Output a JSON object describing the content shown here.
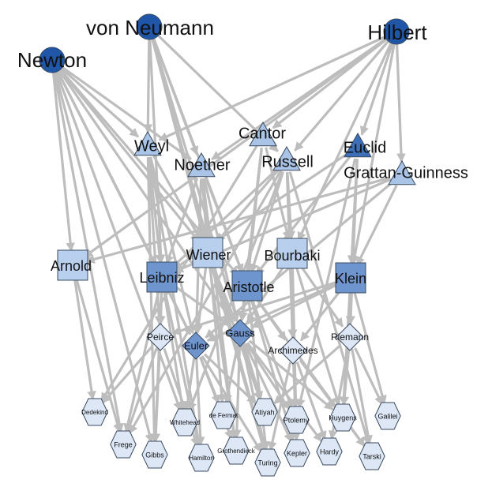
{
  "graph": {
    "colors": {
      "edge": "#bdbdbd",
      "tier1": "#1f56a8",
      "tier2_dark": "#3c6fb8",
      "tier2": "#a9c4e6",
      "tier3_dark": "#6f95cf",
      "tier3": "#b9cfee",
      "tier4": "#b0c8ea",
      "tier5": "#dde7f6"
    },
    "nodes": [
      {
        "id": "newton",
        "label": "Newton",
        "shape": "circle",
        "tier": 1
      },
      {
        "id": "vonneumann",
        "label": "von Neumann",
        "shape": "circle",
        "tier": 1
      },
      {
        "id": "hilbert",
        "label": "Hilbert",
        "shape": "circle",
        "tier": 1
      },
      {
        "id": "weyl",
        "label": "Weyl",
        "shape": "triangle",
        "tier": 2
      },
      {
        "id": "cantor",
        "label": "Cantor",
        "shape": "triangle",
        "tier": 2
      },
      {
        "id": "noether",
        "label": "Noether",
        "shape": "triangle",
        "tier": 2
      },
      {
        "id": "russell",
        "label": "Russell",
        "shape": "triangle",
        "tier": 2
      },
      {
        "id": "euclid",
        "label": "Euclid",
        "shape": "triangle",
        "tier": 2
      },
      {
        "id": "grattan",
        "label": "Grattan-Guinness",
        "shape": "triangle",
        "tier": 2
      },
      {
        "id": "arnold",
        "label": "Arnold",
        "shape": "square",
        "tier": 3
      },
      {
        "id": "wiener",
        "label": "Wiener",
        "shape": "square",
        "tier": 3
      },
      {
        "id": "bourbaki",
        "label": "Bourbaki",
        "shape": "square",
        "tier": 3
      },
      {
        "id": "leibniz",
        "label": "Leibniz",
        "shape": "square",
        "tier": 3
      },
      {
        "id": "aristotle",
        "label": "Aristotle",
        "shape": "square",
        "tier": 3
      },
      {
        "id": "klein",
        "label": "Klein",
        "shape": "square",
        "tier": 3
      },
      {
        "id": "peirce",
        "label": "Peirce",
        "shape": "diamond",
        "tier": 4
      },
      {
        "id": "euler",
        "label": "Euler",
        "shape": "diamond",
        "tier": 4
      },
      {
        "id": "gauss",
        "label": "Gauss",
        "shape": "diamond",
        "tier": 4
      },
      {
        "id": "archimedes",
        "label": "Archimedes",
        "shape": "diamond",
        "tier": 4
      },
      {
        "id": "riemann",
        "label": "Riemann",
        "shape": "diamond",
        "tier": 4
      },
      {
        "id": "dedekind",
        "label": "Dedekind",
        "shape": "hexagon",
        "tier": 5
      },
      {
        "id": "frege",
        "label": "Frege",
        "shape": "hexagon",
        "tier": 5
      },
      {
        "id": "gibbs",
        "label": "Gibbs",
        "shape": "hexagon",
        "tier": 5
      },
      {
        "id": "whitehead",
        "label": "Whitehead",
        "shape": "hexagon",
        "tier": 5
      },
      {
        "id": "hamilton",
        "label": "Hamilton",
        "shape": "hexagon",
        "tier": 5
      },
      {
        "id": "defermat",
        "label": "de Fermat",
        "shape": "hexagon",
        "tier": 5
      },
      {
        "id": "grothendieck",
        "label": "Grothendieck",
        "shape": "hexagon",
        "tier": 5
      },
      {
        "id": "atiyah",
        "label": "Atiyah",
        "shape": "hexagon",
        "tier": 5
      },
      {
        "id": "turing",
        "label": "Turing",
        "shape": "hexagon",
        "tier": 5
      },
      {
        "id": "ptolemy",
        "label": "Ptolemy",
        "shape": "hexagon",
        "tier": 5
      },
      {
        "id": "kepler",
        "label": "Kepler",
        "shape": "hexagon",
        "tier": 5
      },
      {
        "id": "hardy",
        "label": "Hardy",
        "shape": "hexagon",
        "tier": 5
      },
      {
        "id": "huygens",
        "label": "Huygens",
        "shape": "hexagon",
        "tier": 5
      },
      {
        "id": "tarski",
        "label": "Tarski",
        "shape": "hexagon",
        "tier": 5
      },
      {
        "id": "galilei",
        "label": "Galilei",
        "shape": "hexagon",
        "tier": 5
      }
    ],
    "edges": [
      [
        "newton",
        "weyl"
      ],
      [
        "newton",
        "noether"
      ],
      [
        "newton",
        "arnold"
      ],
      [
        "newton",
        "leibniz"
      ],
      [
        "newton",
        "wiener"
      ],
      [
        "newton",
        "aristotle"
      ],
      [
        "newton",
        "euler"
      ],
      [
        "newton",
        "gauss"
      ],
      [
        "newton",
        "frege"
      ],
      [
        "newton",
        "gibbs"
      ],
      [
        "newton",
        "whitehead"
      ],
      [
        "vonneumann",
        "weyl"
      ],
      [
        "vonneumann",
        "noether"
      ],
      [
        "vonneumann",
        "russell"
      ],
      [
        "vonneumann",
        "wiener"
      ],
      [
        "vonneumann",
        "aristotle"
      ],
      [
        "vonneumann",
        "leibniz"
      ],
      [
        "vonneumann",
        "turing"
      ],
      [
        "vonneumann",
        "atiyah"
      ],
      [
        "hilbert",
        "weyl"
      ],
      [
        "hilbert",
        "cantor"
      ],
      [
        "hilbert",
        "noether"
      ],
      [
        "hilbert",
        "russell"
      ],
      [
        "hilbert",
        "euclid"
      ],
      [
        "hilbert",
        "grattan"
      ],
      [
        "hilbert",
        "klein"
      ],
      [
        "hilbert",
        "arnold"
      ],
      [
        "hilbert",
        "bourbaki"
      ],
      [
        "weyl",
        "leibniz"
      ],
      [
        "weyl",
        "wiener"
      ],
      [
        "weyl",
        "euler"
      ],
      [
        "weyl",
        "peirce"
      ],
      [
        "weyl",
        "hamilton"
      ],
      [
        "weyl",
        "gibbs"
      ],
      [
        "cantor",
        "russell"
      ],
      [
        "cantor",
        "aristotle"
      ],
      [
        "cantor",
        "bourbaki"
      ],
      [
        "cantor",
        "gauss"
      ],
      [
        "cantor",
        "dedekind"
      ],
      [
        "noether",
        "leibniz"
      ],
      [
        "noether",
        "wiener"
      ],
      [
        "noether",
        "aristotle"
      ],
      [
        "noether",
        "gauss"
      ],
      [
        "noether",
        "euler"
      ],
      [
        "noether",
        "grothendieck"
      ],
      [
        "noether",
        "defermat"
      ],
      [
        "russell",
        "wiener"
      ],
      [
        "russell",
        "leibniz"
      ],
      [
        "russell",
        "bourbaki"
      ],
      [
        "russell",
        "aristotle"
      ],
      [
        "russell",
        "archimedes"
      ],
      [
        "russell",
        "whitehead"
      ],
      [
        "russell",
        "frege"
      ],
      [
        "russell",
        "tarski"
      ],
      [
        "russell",
        "kepler"
      ],
      [
        "euclid",
        "klein"
      ],
      [
        "euclid",
        "aristotle"
      ],
      [
        "euclid",
        "leibniz"
      ],
      [
        "euclid",
        "riemann"
      ],
      [
        "euclid",
        "ptolemy"
      ],
      [
        "grattan",
        "leibniz"
      ],
      [
        "grattan",
        "klein"
      ],
      [
        "grattan",
        "euler"
      ],
      [
        "grattan",
        "arnold"
      ],
      [
        "arnold",
        "dedekind"
      ],
      [
        "arnold",
        "frege"
      ],
      [
        "leibniz",
        "peirce"
      ],
      [
        "leibniz",
        "euler"
      ],
      [
        "leibniz",
        "gauss"
      ],
      [
        "leibniz",
        "whitehead"
      ],
      [
        "leibniz",
        "gibbs"
      ],
      [
        "leibniz",
        "hamilton"
      ],
      [
        "leibniz",
        "frege"
      ],
      [
        "wiener",
        "euler"
      ],
      [
        "wiener",
        "gauss"
      ],
      [
        "wiener",
        "grothendieck"
      ],
      [
        "wiener",
        "turing"
      ],
      [
        "wiener",
        "atiyah"
      ],
      [
        "bourbaki",
        "gauss"
      ],
      [
        "bourbaki",
        "archimedes"
      ],
      [
        "bourbaki",
        "riemann"
      ],
      [
        "bourbaki",
        "ptolemy"
      ],
      [
        "bourbaki",
        "huygens"
      ],
      [
        "aristotle",
        "gauss"
      ],
      [
        "aristotle",
        "archimedes"
      ],
      [
        "aristotle",
        "kepler"
      ],
      [
        "aristotle",
        "ptolemy"
      ],
      [
        "aristotle",
        "turing"
      ],
      [
        "aristotle",
        "tarski"
      ],
      [
        "klein",
        "riemann"
      ],
      [
        "klein",
        "archimedes"
      ],
      [
        "klein",
        "gauss"
      ],
      [
        "klein",
        "huygens"
      ],
      [
        "klein",
        "galilei"
      ],
      [
        "klein",
        "euler"
      ],
      [
        "klein",
        "peirce"
      ],
      [
        "peirce",
        "dedekind"
      ],
      [
        "peirce",
        "frege"
      ],
      [
        "peirce",
        "gibbs"
      ],
      [
        "peirce",
        "hamilton"
      ],
      [
        "euler",
        "whitehead"
      ],
      [
        "euler",
        "hamilton"
      ],
      [
        "euler",
        "grothendieck"
      ],
      [
        "euler",
        "defermat"
      ],
      [
        "euler",
        "atiyah"
      ],
      [
        "euler",
        "turing"
      ],
      [
        "gauss",
        "defermat"
      ],
      [
        "gauss",
        "grothendieck"
      ],
      [
        "gauss",
        "atiyah"
      ],
      [
        "gauss",
        "ptolemy"
      ],
      [
        "gauss",
        "kepler"
      ],
      [
        "gauss",
        "hardy"
      ],
      [
        "gauss",
        "huygens"
      ],
      [
        "gauss",
        "turing"
      ],
      [
        "archimedes",
        "ptolemy"
      ],
      [
        "archimedes",
        "kepler"
      ],
      [
        "archimedes",
        "hardy"
      ],
      [
        "archimedes",
        "tarski"
      ],
      [
        "archimedes",
        "huygens"
      ],
      [
        "archimedes",
        "turing"
      ],
      [
        "riemann",
        "huygens"
      ],
      [
        "riemann",
        "galilei"
      ],
      [
        "riemann",
        "tarski"
      ],
      [
        "riemann",
        "hardy"
      ],
      [
        "riemann",
        "atiyah"
      ]
    ]
  }
}
